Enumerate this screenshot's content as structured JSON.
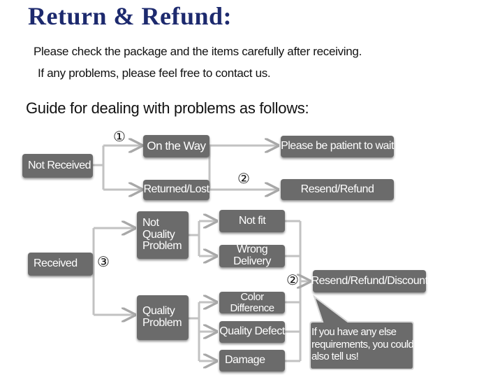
{
  "header": {
    "title": "Return & Refund:",
    "line1": "Please check the package and the items carefully after receiving.",
    "line2": "If any problems, please feel free to contact us.",
    "guide": "Guide for dealing with problems as follows:"
  },
  "boxes": {
    "not_received": "Not Received",
    "on_the_way": "On the Way",
    "returned_lost": "Returned/Lost",
    "please_wait": "Please be patient to wait",
    "resend_refund": "Resend/Refund",
    "received": "Received",
    "not_quality_l1": "Not",
    "not_quality_l2": "Quality",
    "not_quality_l3": "Problem",
    "quality_l1": "Quality",
    "quality_l2": "Problem",
    "not_fit": "Not fit",
    "wrong_delivery": "Wrong Delivery",
    "color_difference": "Color Difference",
    "quality_defect": "Quality Defect",
    "damage": "Damage",
    "resend_refund_discount": "Resend/Refund/Discount",
    "else_l1": "If you have any else",
    "else_l2": "requirements, you could",
    "else_l3": "also tell us!"
  },
  "markers": {
    "one": "①",
    "two": "②",
    "three": "③"
  },
  "colors": {
    "title": "#1d2a6e",
    "box": "#6b6b6b",
    "connector": "#bdbdbd"
  }
}
